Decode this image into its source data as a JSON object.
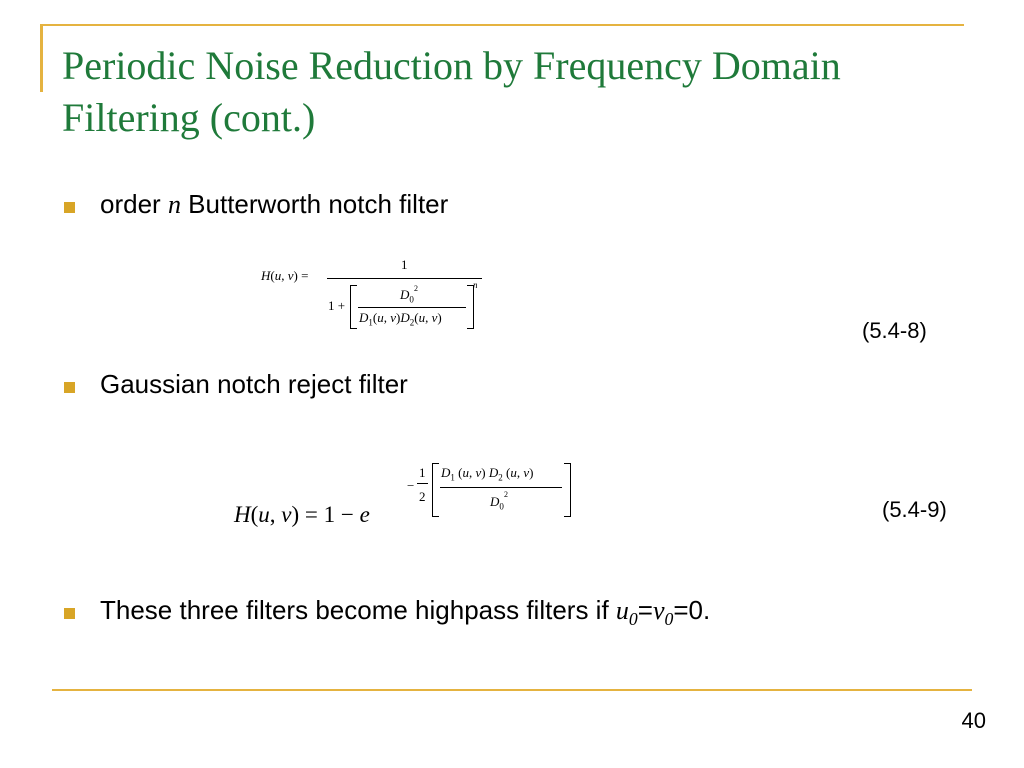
{
  "slide": {
    "title": "Periodic Noise Reduction by Frequency Domain Filtering (cont.)",
    "page_number": "40",
    "accent_color": "#e5b340",
    "title_color": "#1f7a3a"
  },
  "bullets": [
    {
      "pre": "order",
      "italic": "n",
      "post": "Butterworth notch filter"
    },
    {
      "text": "Gaussian notch reject filter"
    },
    {
      "pre": "These three filters become highpass filters if",
      "u": "u",
      "u_sub": "0",
      "eq": "=",
      "v": "v",
      "v_sub": "0",
      "post": "=0."
    }
  ],
  "equations": {
    "eq1_number": "(5.4-8)",
    "eq2_number": "(5.4-9)"
  }
}
